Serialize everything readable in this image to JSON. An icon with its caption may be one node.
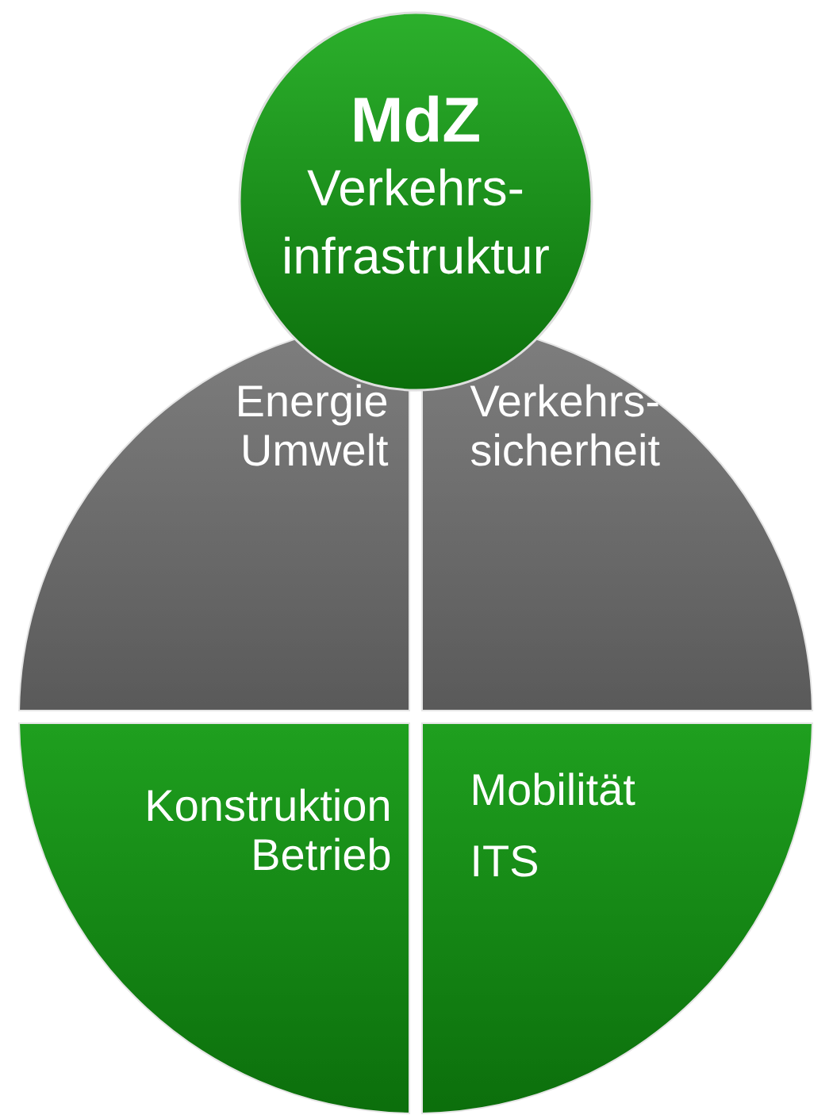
{
  "diagram": {
    "nodes": [
      {
        "text": [
          "MdZ",
          "Verkehrs- infrastruktur"
        ]
      },
      {
        "text": [
          "Energie Umwelt"
        ]
      },
      {
        "text": [
          "Verkehrs- sicherheit"
        ]
      },
      {
        "text": [
          "Konstruktion Betrieb"
        ]
      },
      {
        "text": [
          "Mobilität",
          "ITS"
        ]
      }
    ]
  }
}
